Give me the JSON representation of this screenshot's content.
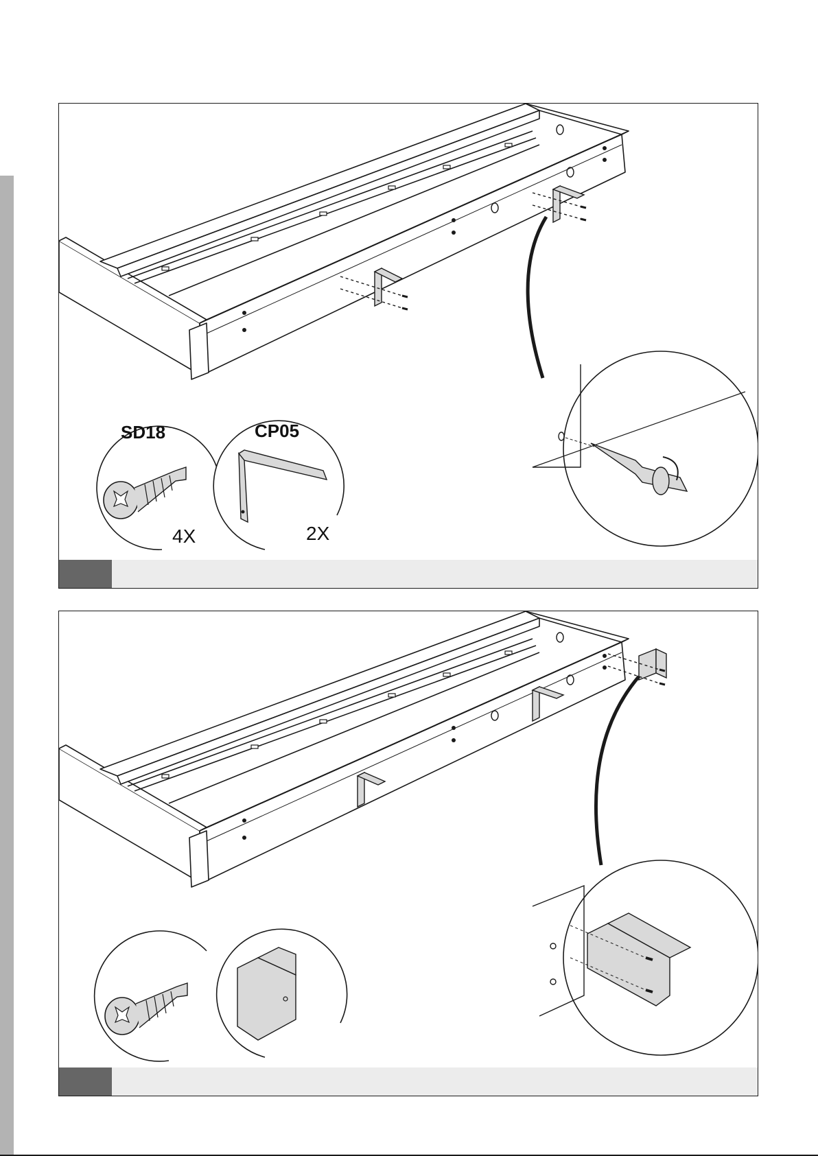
{
  "steps": [
    {
      "number": "",
      "parts": [
        {
          "code": "SD18",
          "quantity": "4X",
          "icon": "screw-icon"
        },
        {
          "code": "CP05",
          "quantity": "2X",
          "icon": "l-bracket-icon"
        }
      ],
      "detail": "drill-detail-icon"
    },
    {
      "number": "",
      "parts": [
        {
          "code": "",
          "quantity": "",
          "icon": "screw-icon"
        },
        {
          "code": "",
          "quantity": "",
          "icon": "corner-bracket-icon"
        }
      ],
      "detail": "corner-bracket-detail-icon"
    }
  ],
  "colors": {
    "frame_stroke": "#1a1a1a",
    "part_fill": "#d9d9d9",
    "step_bar": "#ececec",
    "step_number_bg": "#666666",
    "side_bar": "#b3b3b3"
  }
}
